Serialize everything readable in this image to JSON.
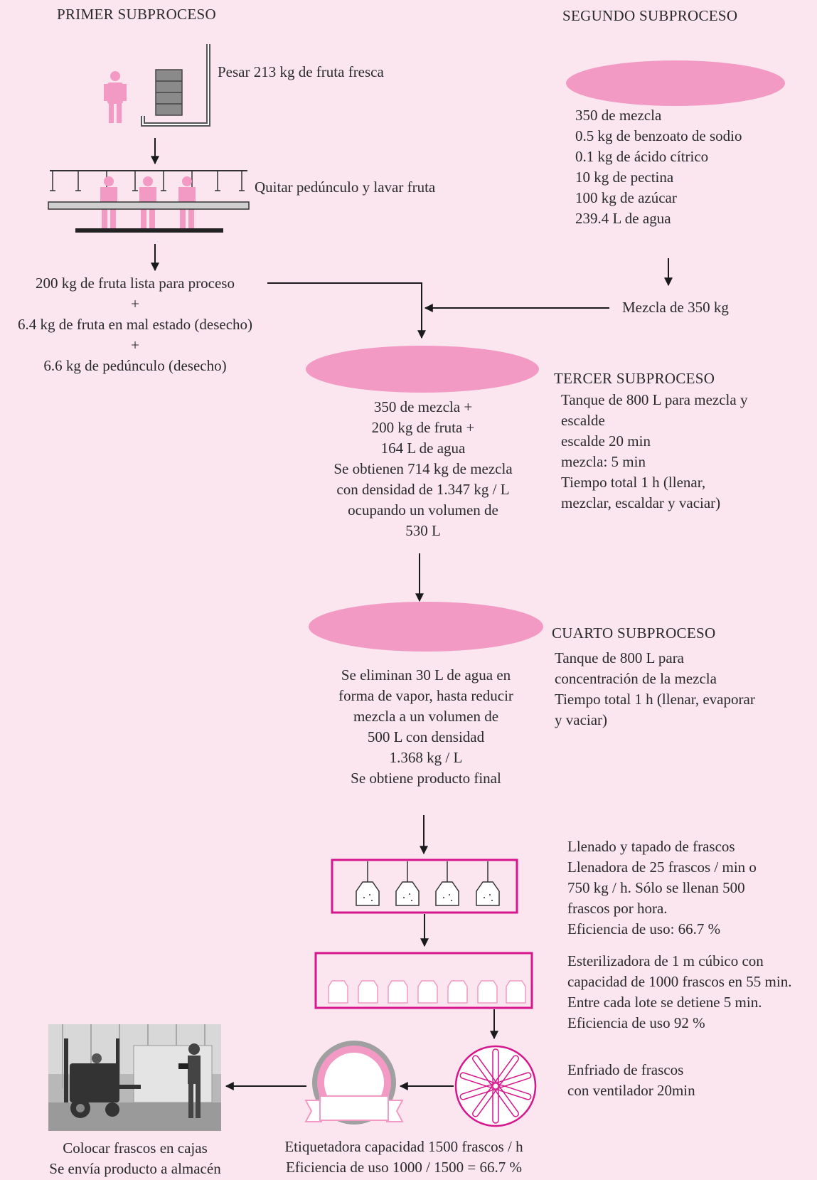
{
  "first": {
    "heading": "PRIMER SUBPROCESO",
    "step_weigh": "Pesar 213 kg de fruta fresca",
    "step_wash": "Quitar pedúnculo y lavar fruta",
    "outputs": [
      "200 kg de fruta lista para proceso",
      "+",
      "6.4 kg de fruta en mal estado (desecho)",
      "+",
      "6.6 kg de pedúnculo (desecho)"
    ]
  },
  "second": {
    "heading": "SEGUNDO SUBPROCESO",
    "ingredients": [
      "350 de mezcla",
      "0.5 kg de benzoato de sodio",
      "0.1 kg de ácido cítrico",
      "10 kg de pectina",
      "100 kg de azúcar",
      "239.4 L de agua"
    ],
    "result": "Mezcla de 350 kg"
  },
  "third": {
    "heading": "TERCER SUBPROCESO",
    "details": [
      "Tanque de 800 L para mezcla  y",
      "escalde",
      "escalde 20 min",
      "mezcla: 5 min",
      "Tiempo total 1 h (llenar,",
      "mezclar, escaldar  y vaciar)"
    ],
    "result": [
      "350 de mezcla +",
      "200 kg de fruta +",
      "164 L de agua",
      "Se obtienen 714 kg de mezcla",
      "con densidad de 1.347 kg / L",
      "ocupando un volumen de",
      "530 L"
    ]
  },
  "fourth": {
    "heading": "CUARTO SUBPROCESO",
    "details": [
      "Tanque de 800 L para",
      "concentración de la mezcla",
      "Tiempo total 1 h (llenar, evaporar",
      "y vaciar)"
    ],
    "result": [
      "Se eliminan 30 L de agua en",
      "forma de vapor, hasta reducir",
      "mezcla a un volumen de",
      "500 L con densidad",
      "1.368 kg / L",
      "Se obtiene producto final"
    ]
  },
  "filling": [
    "Llenado  y tapado de frascos",
    "Llenadora de 25 frascos / min o",
    "750 kg / h. Sólo se llenan 500",
    "frascos por hora.",
    "Eficiencia de uso: 66.7 %"
  ],
  "sterilizer": [
    "Esterilizadora de 1 m cúbico con",
    "capacidad de 1000 frascos en 55 min.",
    "Entre cada lote se detiene 5 min.",
    "Eficiencia de uso 92 %"
  ],
  "cooling": [
    "Enfriado de frascos",
    "con ventilador 20min"
  ],
  "labeling": [
    "Etiquetadora capacidad 1500 frascos / h",
    "Eficiencia de uso 1000 / 1500 = 66.7 %"
  ],
  "storage": [
    "Colocar frascos en cajas",
    "Se envía producto a almacén"
  ],
  "colors": {
    "background": "#fbe6f0",
    "pink": "#f29ac3",
    "magenta": "#d6168c",
    "gray": "#8a8a8a"
  }
}
